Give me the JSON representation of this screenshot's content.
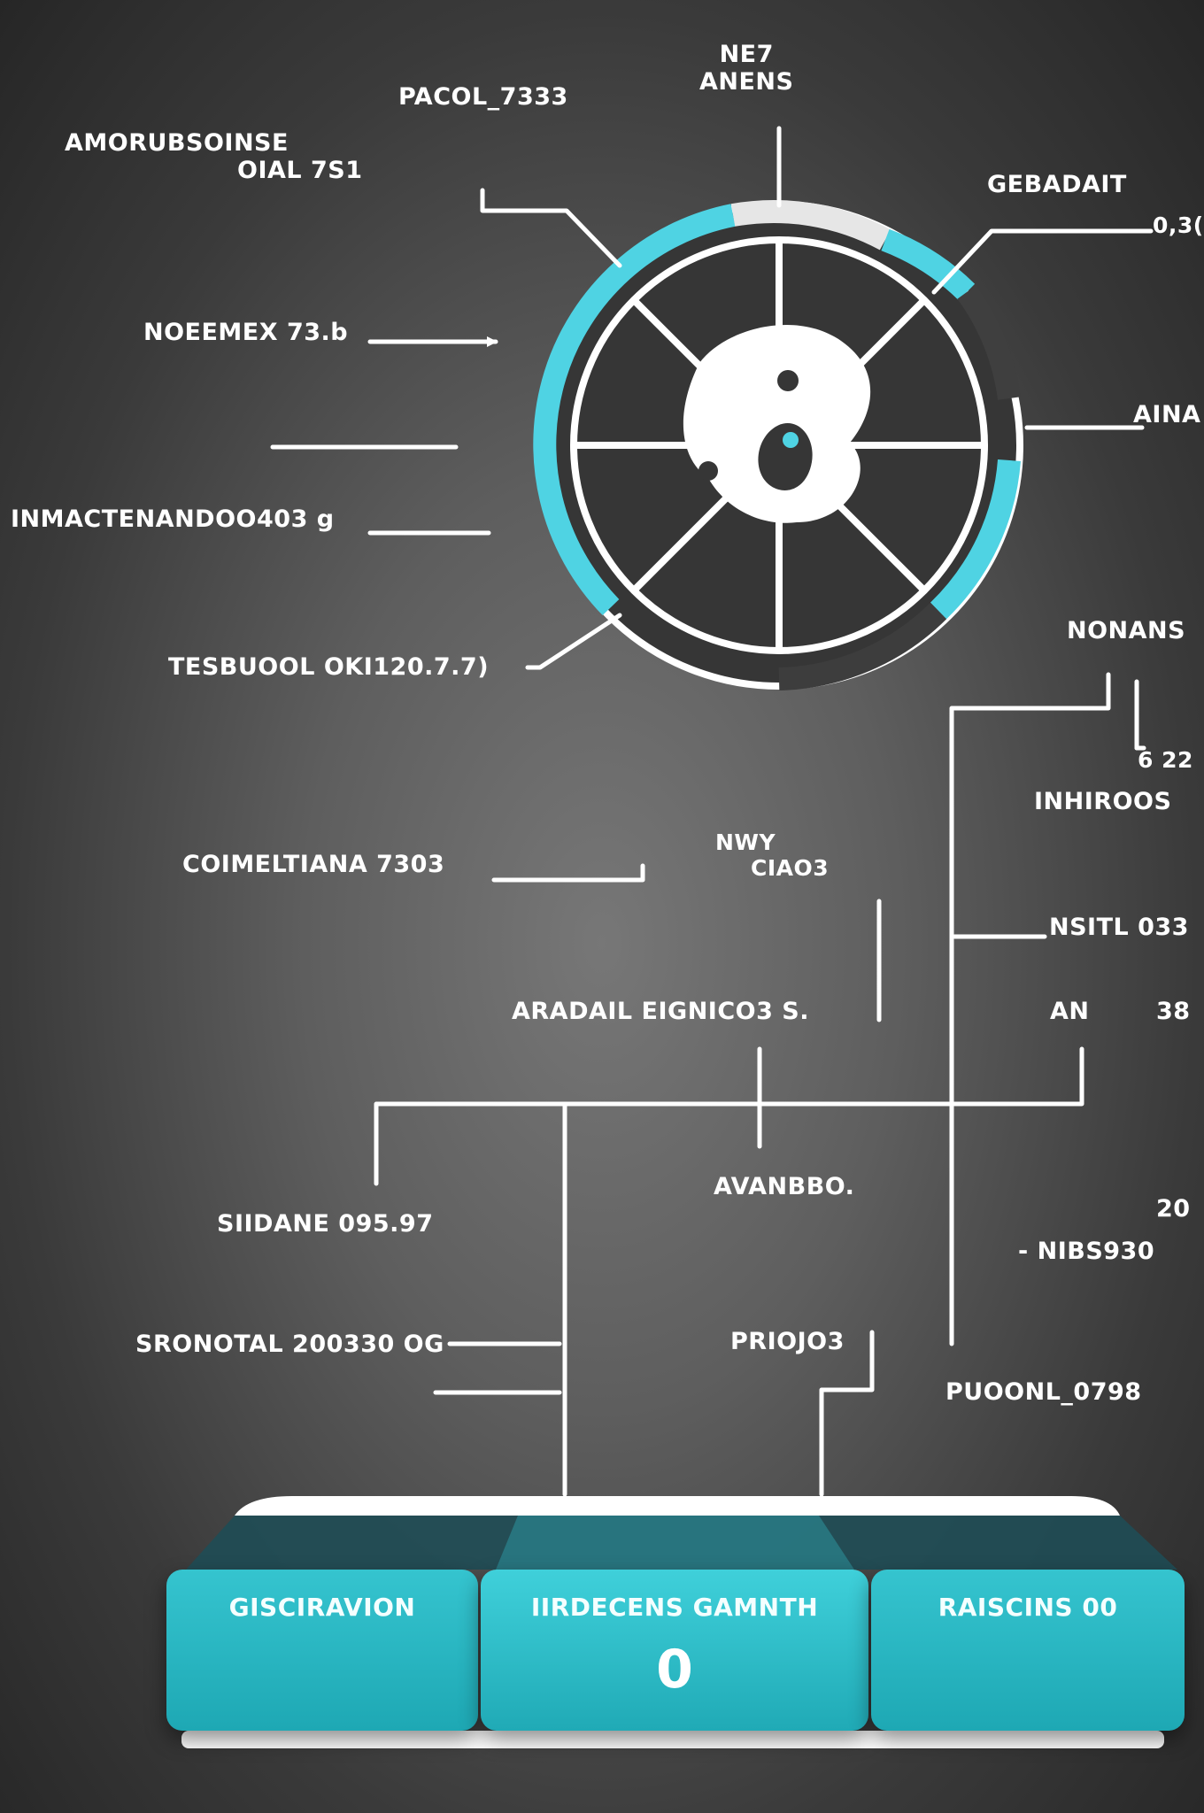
{
  "colors": {
    "accent": "#4fd3e3",
    "card": "#22aab6",
    "line": "#ffffff",
    "background": "#4a4a4a"
  },
  "labels": {
    "top_title_1": "NE7",
    "top_title_2": "ANENS",
    "pacol": "PACOL_7333",
    "morubsoinse_1": "AMORUBSOINSE",
    "morubsoinse_2": "OIAL 7S1",
    "gebadait": "GEBADAIT",
    "gebadait_val": "0,3(",
    "noeemex": "NOEEMEX 73.b",
    "ana_right": "AINA",
    "inmactenando": "INMACTENANDOO403 g",
    "tesbuool": "TESBUOOL OKI120.7.7)",
    "nonans": "NONANS",
    "val_622": "6 22",
    "inhroos": "INHIROOS",
    "coimeltiana": "COIMELTIANA 7303",
    "nwy_1": "NWY",
    "nwy_2": "CIAO3",
    "nsitl": "NSITL 033",
    "aradail": "ARADAIL EIGNICO3 S.",
    "an_short": "AN",
    "val_38": "38",
    "avanbbo": "AVANBBO.",
    "siidane": "SIIDANE 095.97",
    "val_20": "20",
    "nibs930": "- NIBS930",
    "sronotal": "SRONOTAL 200330 OG",
    "priojob": "PRIOJO3",
    "puoonl": "PUOONL_0798"
  },
  "cards": [
    {
      "title": "GISCIRAVION",
      "value": ""
    },
    {
      "title": "IIRDECENS GAMNTH",
      "value": "0"
    },
    {
      "title": "RAISCINS 00",
      "value": ""
    }
  ]
}
